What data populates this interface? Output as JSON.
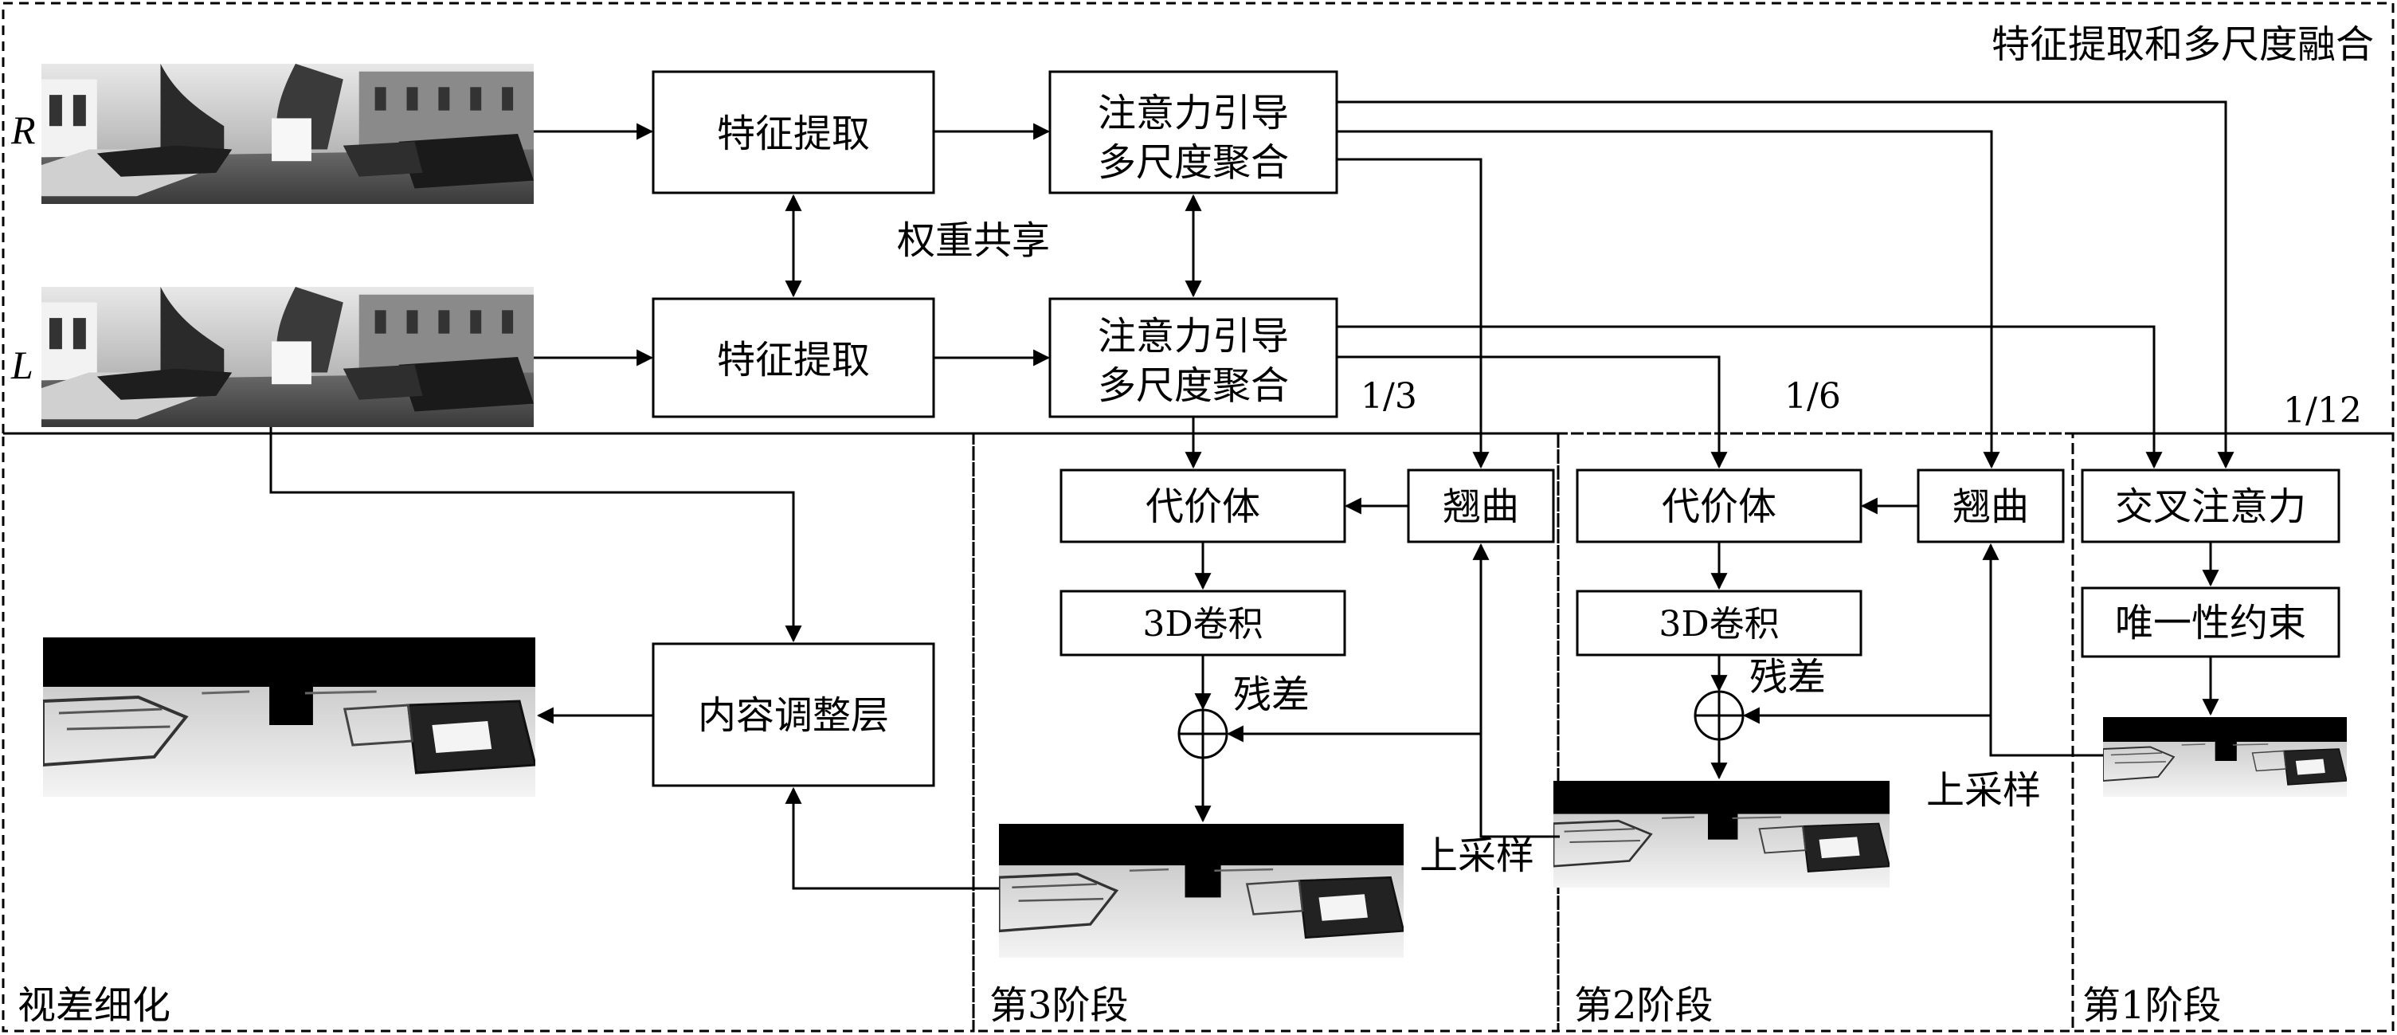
{
  "regions": {
    "top_title": "特征提取和多尺度融合",
    "refine_title": "视差细化",
    "stage3_title": "第3阶段",
    "stage2_title": "第2阶段",
    "stage1_title": "第1阶段"
  },
  "inputs": {
    "right_label": "R",
    "left_label": "L"
  },
  "boxes": {
    "feat_extract_r": "特征提取",
    "feat_extract_l": "特征提取",
    "agma_r_line1": "注意力引导",
    "agma_r_line2": "多尺度聚合",
    "agma_l_line1": "注意力引导",
    "agma_l_line2": "多尺度聚合",
    "cost_volume_3": "代价体",
    "warp_3": "翘曲",
    "conv3d_3": "3D卷积",
    "cost_volume_2": "代价体",
    "warp_2": "翘曲",
    "conv3d_2": "3D卷积",
    "cross_attention": "交叉注意力",
    "uniqueness": "唯一性约束",
    "content_adjust": "内容调整层"
  },
  "labels": {
    "weight_share": "权重共享",
    "residual_3": "残差",
    "residual_2": "残差",
    "upsample_3": "上采样",
    "upsample_2": "上采样",
    "scale_1_3": "1/3",
    "scale_1_6": "1/6",
    "scale_1_12": "1/12"
  },
  "colors": {
    "line": "#000000",
    "background": "#ffffff",
    "disparity_dark": "#000000"
  }
}
